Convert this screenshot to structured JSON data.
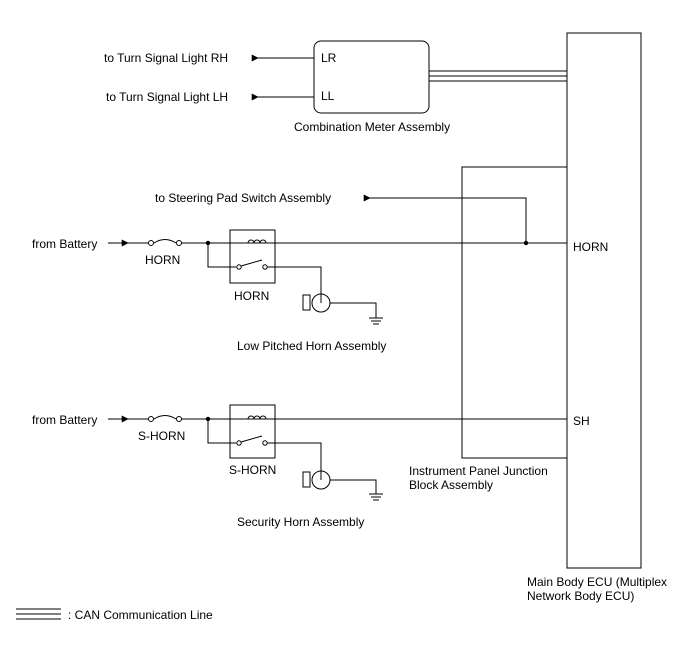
{
  "labels": {
    "to_turn_rh": "to Turn  Signal Light RH",
    "to_turn_lh": "to Turn  Signal Light LH",
    "meter_lr": "LR",
    "meter_ll": "LL",
    "meter_name": "Combination Meter Assembly",
    "to_steering": "to Steering Pad Switch Assembly",
    "from_battery_1": "from Battery",
    "fuse_horn": "HORN",
    "relay_horn": "HORN",
    "low_horn": "Low Pitched Horn Assembly",
    "ecu_horn": "HORN",
    "from_battery_2": "from Battery",
    "fuse_shorn": "S-HORN",
    "relay_shorn": "S-HORN",
    "security_horn": "Security Horn Assembly",
    "ecu_sh": "SH",
    "junction_line1": "Instrument Panel Junction",
    "junction_line2": "Block Assembly",
    "ecu_line1": "Main Body ECU (Multiplex",
    "ecu_line2": "Network Body ECU)",
    "legend": ": CAN Communication Line"
  }
}
